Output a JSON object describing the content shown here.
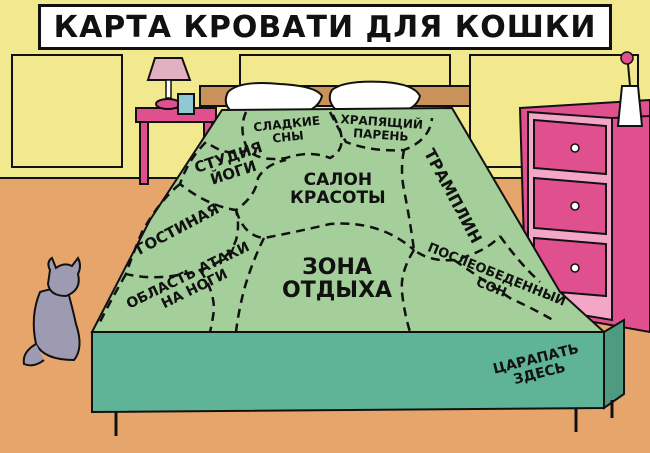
{
  "title": "КАРТА КРОВАТИ ДЛЯ КОШКИ",
  "zones": [
    {
      "id": "sweet-dreams",
      "lines": [
        "СЛАДКИЕ",
        "СНЫ"
      ]
    },
    {
      "id": "snoring-guy",
      "lines": [
        "ХРАПЯЩИЙ",
        "ПАРЕНЬ"
      ]
    },
    {
      "id": "yoga-studio",
      "lines": [
        "СТУДИЯ",
        "ЙОГИ"
      ]
    },
    {
      "id": "beauty-salon",
      "lines": [
        "САЛОН",
        "КРАСОТЫ"
      ]
    },
    {
      "id": "trampoline",
      "lines": [
        "ТРАМПЛИН"
      ]
    },
    {
      "id": "living-room",
      "lines": [
        "ГОСТИНАЯ"
      ]
    },
    {
      "id": "rest-zone",
      "lines": [
        "ЗОНА",
        "ОТДЫХА"
      ]
    },
    {
      "id": "afternoon-nap",
      "lines": [
        "ПОСЛЕОБЕДЕННЫЙ",
        "СОН"
      ]
    },
    {
      "id": "feet-attack",
      "lines": [
        "ОБЛАСТЬ АТАКИ",
        "НА НОГИ"
      ]
    },
    {
      "id": "scratch-here",
      "lines": [
        "ЦАРАПАТЬ",
        "ЗДЕСЬ"
      ]
    }
  ],
  "colors": {
    "wall": "#F2E88E",
    "floor": "#E6A66B",
    "bed_top": "#A4CF9A",
    "bed_skirt": "#5FB497",
    "furniture": "#E0508F",
    "cat": "#9E9AB2",
    "lamp_shade": "#E2B1C1",
    "outline": "#111111"
  }
}
